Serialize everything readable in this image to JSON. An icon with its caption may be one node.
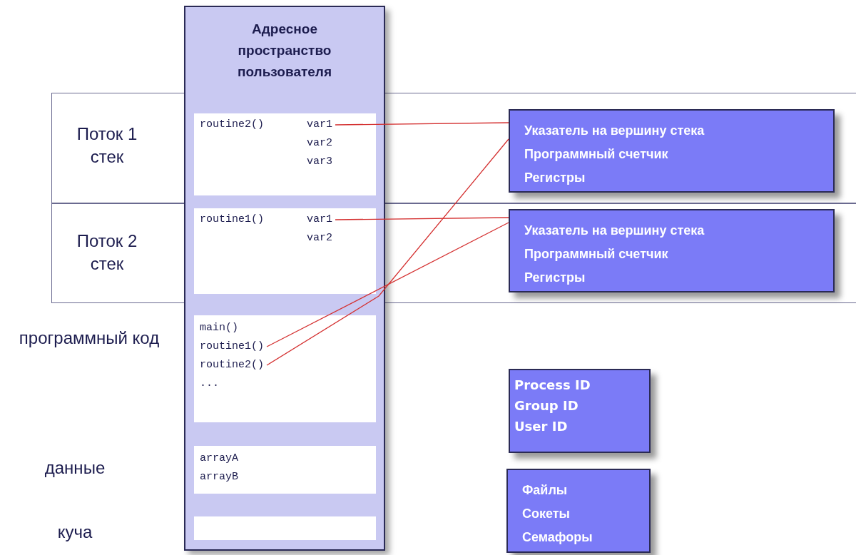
{
  "diagram": {
    "nodes": [
      {
        "text": [
          "Адресное пространство пользователя"
        ]
      },
      {
        "text": [
          "routine2()",
          "var1",
          "var2",
          "var3"
        ],
        "in": 0
      },
      {
        "text": [
          "routine1()",
          "var1",
          "var2"
        ],
        "in": 0
      },
      {
        "text": [
          "main()",
          "routine1()",
          "routine2()",
          "..."
        ],
        "in": 0
      },
      {
        "text": [
          "arrayA",
          "arrayB"
        ],
        "in": 0
      },
      {
        "text": [],
        "shape": "box",
        "in": 0
      },
      {
        "text": [
          "Указатель на вершину стека",
          "Программный счетчик",
          "Регистры"
        ]
      },
      {
        "text": [
          "Указатель на вершину стека",
          "Программный счетчик",
          "Регистры"
        ]
      },
      {
        "text": [
          "Process ID",
          "Group ID",
          "User ID"
        ]
      },
      {
        "text": [
          "Файлы",
          "Сокеты",
          "Семафоры"
        ]
      }
    ],
    "edges": [
      {
        "from": 1,
        "to": 6,
        "arrow": "none"
      },
      {
        "from": 2,
        "to": 7,
        "arrow": "none"
      },
      {
        "from": 3,
        "to": 7,
        "arrow": "none"
      },
      {
        "from": 3,
        "to": 6,
        "arrow": "none"
      }
    ],
    "labels": [
      "Поток 1 стек",
      "Поток 2 стек",
      "программный код",
      "данные",
      "куча"
    ]
  }
}
